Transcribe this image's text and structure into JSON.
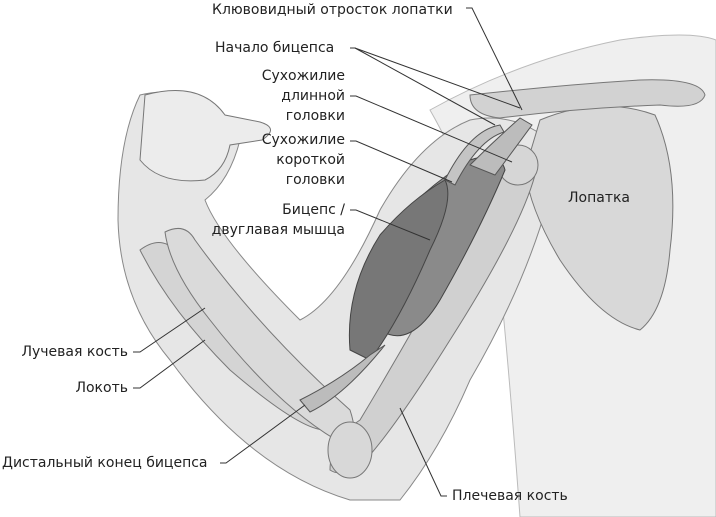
{
  "labels": {
    "coracoid": "Клювовидный отросток лопатки",
    "biceps_origin": "Начало бицепса",
    "long_head": [
      "Сухожилие",
      "длинной",
      "головки"
    ],
    "short_head": [
      "Сухожилие",
      "короткой",
      "головки"
    ],
    "biceps": [
      "Бицепс /",
      "двуглавая мышца"
    ],
    "scapula": "Лопатка",
    "radius": "Лучевая кость",
    "elbow": "Локоть",
    "distal_biceps": "Дистальный конец бицепса",
    "humerus": "Плечевая кость"
  },
  "colors": {
    "skin": "#e6e6e6",
    "bone": "#d2d2d2",
    "muscle": "#8a8a8a",
    "outline": "#555555",
    "leader": "#333333"
  }
}
